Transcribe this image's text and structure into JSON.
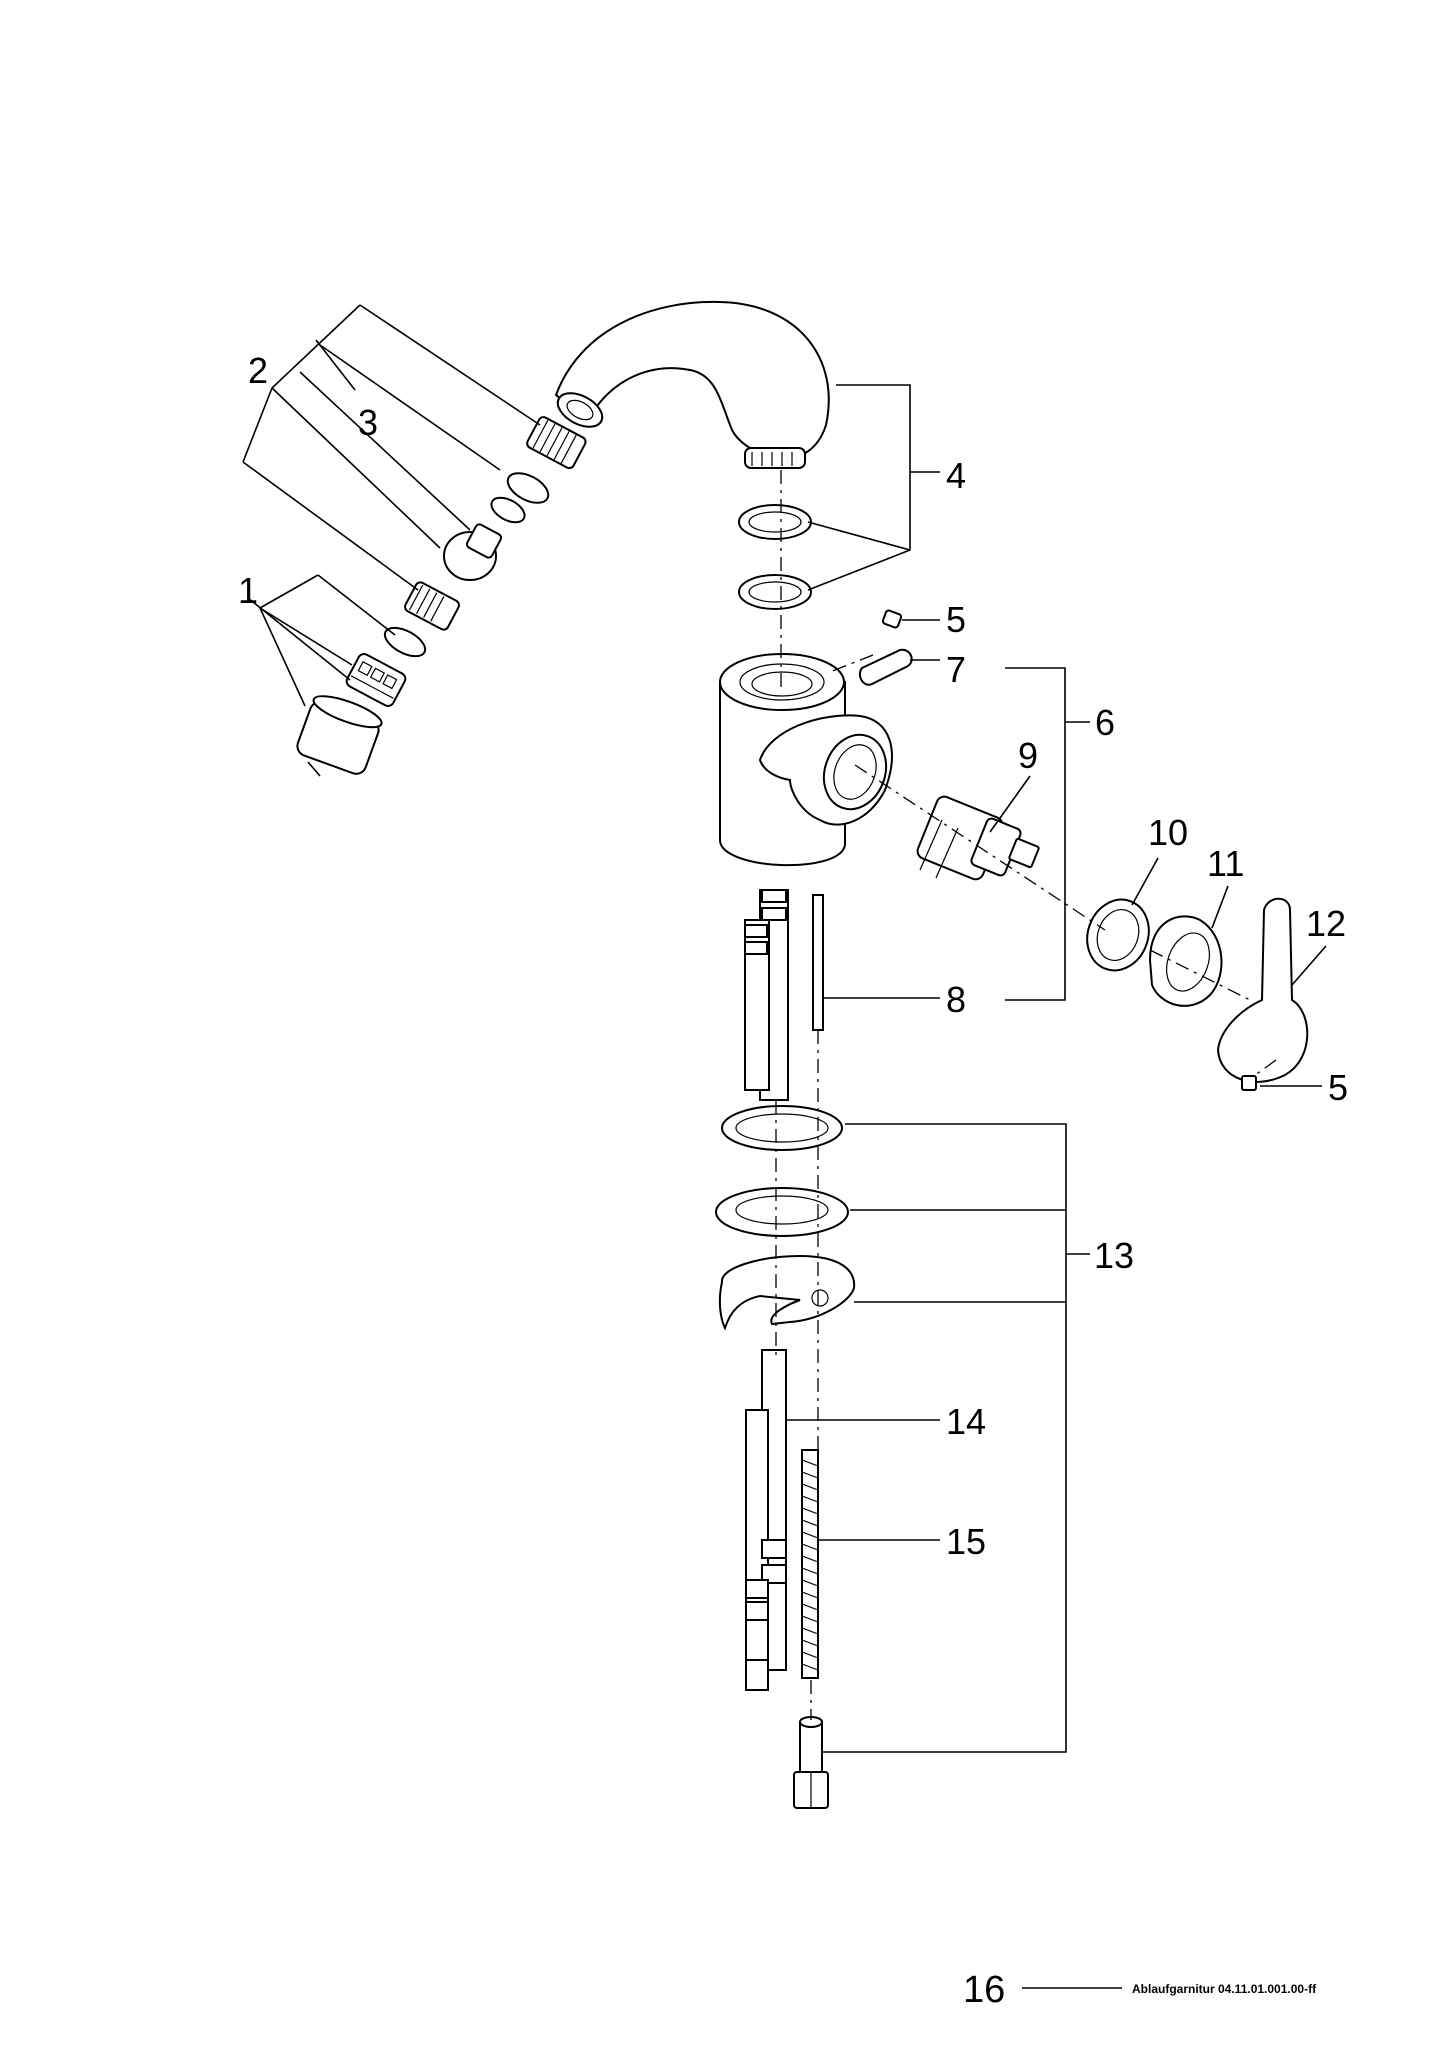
{
  "callouts": {
    "c1": "1",
    "c2": "2",
    "c3": "3",
    "c4": "4",
    "c5a": "5",
    "c5b": "5",
    "c6": "6",
    "c7": "7",
    "c8": "8",
    "c9": "9",
    "c10": "10",
    "c11": "11",
    "c12": "12",
    "c13": "13",
    "c14": "14",
    "c15": "15"
  },
  "footer": {
    "page_number": "16",
    "reference": "Ablaufgarnitur 04.11.01.001.00-ff"
  }
}
